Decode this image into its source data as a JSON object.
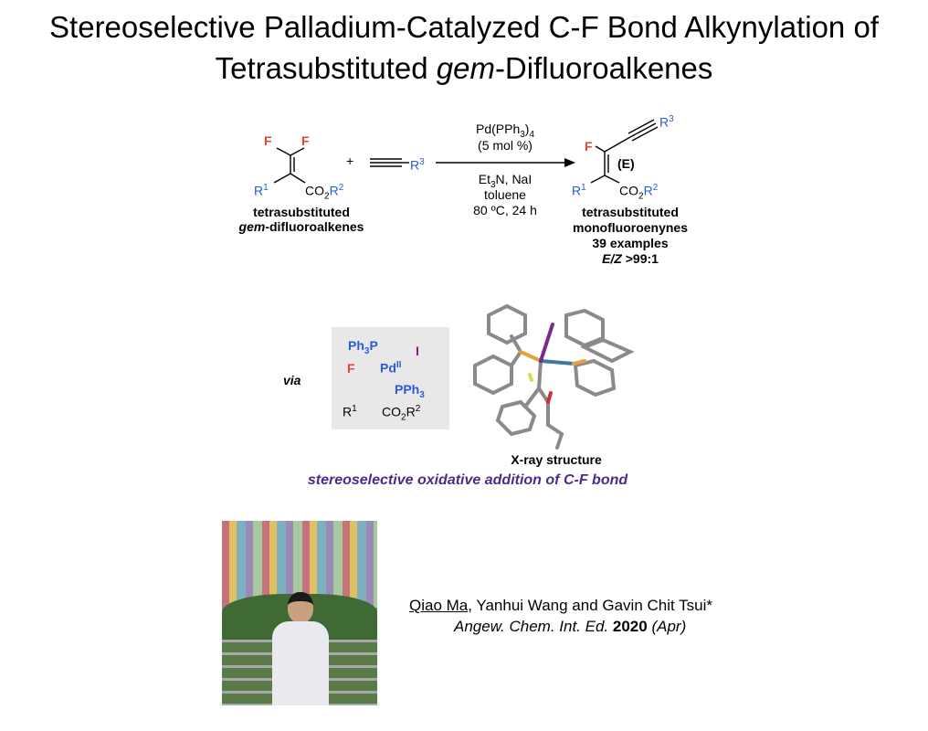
{
  "title": {
    "line1": "Stereoselective Palladium-Catalyzed C-F Bond Alkynylation of",
    "line2_pre": "Tetrasubstituted ",
    "line2_italic": "gem",
    "line2_post": "-Difluoroalkenes"
  },
  "scheme": {
    "reactant": {
      "f1": "F",
      "f2": "F",
      "r1": "R",
      "r1_sup": "1",
      "co2": "CO",
      "co2_sub": "2",
      "r2": "R",
      "r2_sup": "2",
      "label1": "tetrasubstituted",
      "label2_italic": "gem",
      "label2_post": "-difluoroalkenes"
    },
    "plus": "+",
    "alkyne": {
      "r3": "R",
      "r3_sup": "3"
    },
    "conditions_above": {
      "cat_pre": "Pd(PPh",
      "cat_sub": "3",
      "cat_close": ")",
      "cat_sub2": "4",
      "loading": "(5 mol %)"
    },
    "conditions_below": {
      "base_pre": "Et",
      "base_sub": "3",
      "base_post": "N, NaI",
      "solvent": "toluene",
      "temp_time": "80 ºC, 24 h"
    },
    "product": {
      "f": "F",
      "stereo": "(E)",
      "r3": "R",
      "r3_sup": "3",
      "r1": "R",
      "r1_sup": "1",
      "co2": "CO",
      "co2_sub": "2",
      "r2": "R",
      "r2_sup": "2",
      "label1": "tetrasubstituted",
      "label2": "monofluoroenynes",
      "label3": "39 examples",
      "label4_italic": "E/Z",
      "label4_post": " >99:1"
    }
  },
  "intermediate": {
    "via": "via",
    "ph3p": "Ph",
    "ph3p_sub": "3",
    "ph3p_p": "P",
    "pd": "Pd",
    "pd_sup": "II",
    "iodide": "I",
    "f": "F",
    "pph3": "PPh",
    "pph3_sub": "3",
    "r1": "R",
    "r1_sup": "1",
    "co2": "CO",
    "co2_sub": "2",
    "r2": "R",
    "r2_sup": "2"
  },
  "xray_label": "X-ray structure",
  "highlight": "stereoselective oxidative addition of C-F bond",
  "citation": {
    "author1": "Qiao Ma",
    "others": ", Yanhui Wang and Gavin Chit Tsui*",
    "journal": "Angew. Chem. Int. Ed.",
    "year": "2020",
    "month": "(Apr)"
  }
}
